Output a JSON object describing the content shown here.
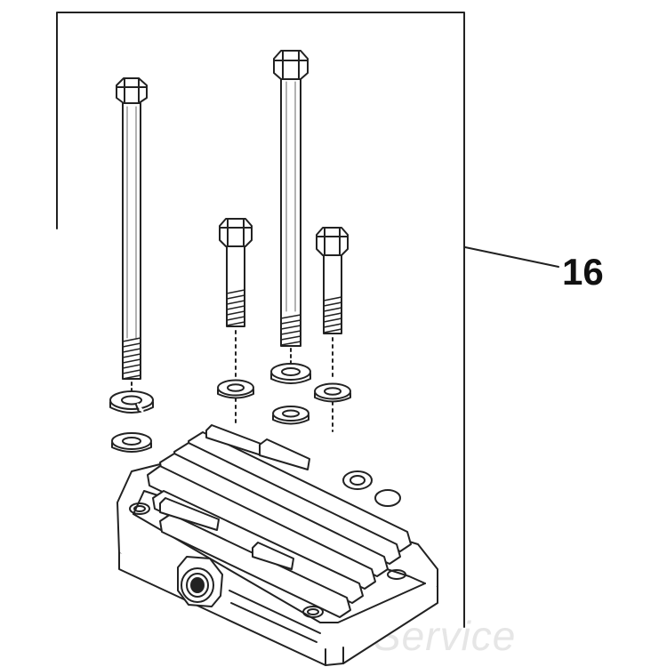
{
  "callout": {
    "number": "16"
  },
  "watermark": {
    "text": "Service"
  },
  "parts": {
    "long_bolts": 2,
    "short_bolts": 2,
    "lock_washers": 4,
    "flat_washers": 2
  },
  "colors": {
    "line": "#222222",
    "background": "#ffffff",
    "fill": "#ffffff",
    "watermark": "#e6e6e6"
  }
}
